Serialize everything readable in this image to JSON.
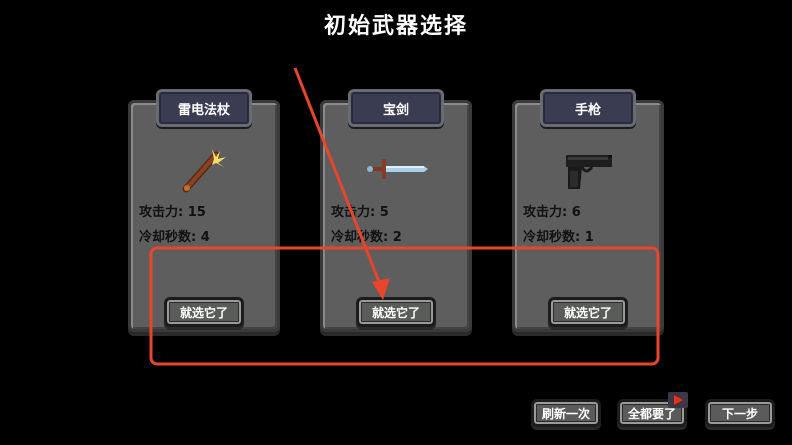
{
  "title": "初始武器选择",
  "cards": [
    {
      "name": "雷电法杖",
      "icon": "lightning-staff-icon",
      "attack_label": "攻击力: 15",
      "cooldown_label": "冷却秒数: 4",
      "choose_label": "就选它了"
    },
    {
      "name": "宝剑",
      "icon": "sword-icon",
      "attack_label": "攻击力: 5",
      "cooldown_label": "冷却秒数: 2",
      "choose_label": "就选它了"
    },
    {
      "name": "手枪",
      "icon": "pistol-icon",
      "attack_label": "攻击力: 6",
      "cooldown_label": "冷却秒数: 1",
      "choose_label": "就选它了"
    }
  ],
  "bottom_bar": {
    "refresh_label": "刷新一次",
    "take_all_label": "全都要了",
    "next_label": "下一步",
    "ad_badge_icon": "video-ad-icon"
  },
  "annotation": {
    "color": "#e8452c"
  }
}
